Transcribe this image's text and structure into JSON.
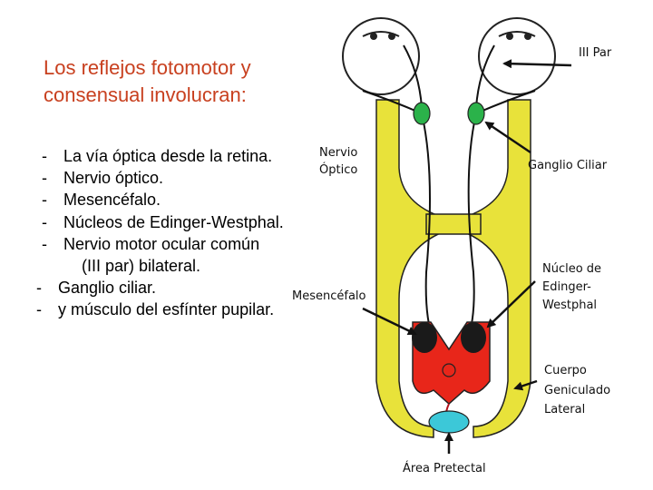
{
  "slide": {
    "title_lines": [
      "Los reflejos fotomotor y",
      "consensual involucran:"
    ],
    "bullets": [
      {
        "dash": "-",
        "text": "La vía óptica desde la retina."
      },
      {
        "dash": "-",
        "text": "Nervio óptico."
      },
      {
        "dash": "-",
        "text": "Mesencéfalo."
      },
      {
        "dash": "-",
        "text": "Núcleos de Edinger-Westphal."
      },
      {
        "dash": "-",
        "text": "Nervio motor ocular común"
      },
      {
        "dash": "",
        "text": "(III par) bilateral."
      },
      {
        "dash": "-",
        "text": "Ganglio ciliar."
      },
      {
        "dash": "-",
        "text": "y músculo del esfínter pupilar."
      }
    ]
  },
  "diagram": {
    "labels": {
      "iii_par": "III Par",
      "nervio_optico_1": "Nervio",
      "nervio_optico_2": "Óptico",
      "ganglio_ciliar": "Ganglio Ciliar",
      "nucleo_1": "Núcleo de",
      "nucleo_2": "Edinger-",
      "nucleo_3": "Westphal",
      "mesencefalo": "Mesencéfalo",
      "cuerpo_1": "Cuerpo",
      "cuerpo_2": "Geniculado",
      "cuerpo_3": "Lateral",
      "area_pretectal": "Área Pretectal"
    },
    "colors": {
      "title": "#c8401f",
      "tract": "#e8e23a",
      "mesencephalon": "#e8261a",
      "nucleus": "#1a1a1a",
      "ganglion": "#2bb24a",
      "pretectal": "#3cc8d8"
    }
  }
}
